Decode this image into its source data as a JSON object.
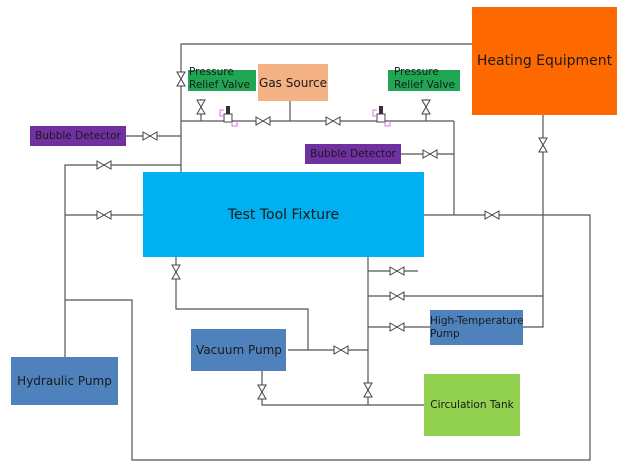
{
  "diagram": {
    "title": "Test Tool Fixture System Piping Diagram",
    "colors": {
      "pipe": "#555555",
      "heating": "#ff6a00",
      "gas_source": "#f4b183",
      "relief_valve": "#1fa653",
      "bubble_detector": "#7030a0",
      "fixture": "#00b0f0",
      "pump": "#4f81bd",
      "circulation_tank": "#92d050"
    },
    "components": {
      "heating_equipment": "Heating Equipment",
      "gas_source": "Gas Source",
      "relief_valve_left_line1": "Pressure",
      "relief_valve_left_line2": "Relief Valve",
      "relief_valve_right_line1": "Pressure",
      "relief_valve_right_line2": "Relief Valve",
      "bubble_detector_left": "Bubble Detector",
      "bubble_detector_right": "Bubble Detector",
      "test_tool_fixture": "Test Tool Fixture",
      "vacuum_pump": "Vacuum Pump",
      "high_temp_pump_line1": "High-Temperature",
      "high_temp_pump_line2": "Pump",
      "hydraulic_pump": "Hydraulic Pump",
      "circulation_tank": "Circulation Tank"
    },
    "valve_symbol": "gate-valve-icon",
    "relief_valve_symbol": "pressure-relief-valve-icon"
  }
}
